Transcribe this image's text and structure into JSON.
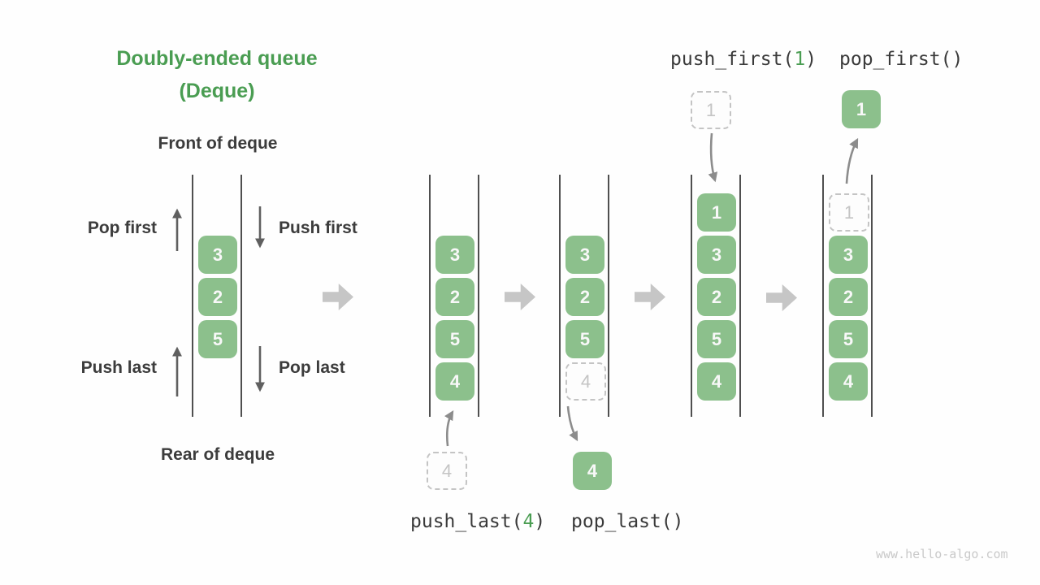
{
  "colors": {
    "bg": "#FEFEFE",
    "accent_green": "#4A9D52",
    "cell_green": "#8CC08C",
    "cell_text": "#F8F8F8",
    "wall": "#4F4F4F",
    "label_dark": "#3C3C3C",
    "mono_dark": "#3A3A3A",
    "ghost": "#C4C4C4",
    "block_arrow": "#C6C6C6",
    "thin_arrow": "#5F5F5F",
    "curve_arrow": "#8C8C8C",
    "watermark": "#C9C9C9"
  },
  "title": {
    "line1": "Doubly-ended queue",
    "line2": "(Deque)"
  },
  "left_diagram": {
    "front_label": "Front of deque",
    "rear_label": "Rear of deque",
    "pop_first_label": "Pop first",
    "push_first_label": "Push first",
    "push_last_label": "Push last",
    "pop_last_label": "Pop last",
    "cells": [
      {
        "value": "3"
      },
      {
        "value": "2"
      },
      {
        "value": "5"
      }
    ]
  },
  "states": [
    {
      "name": "after push_last",
      "cells": [
        {
          "value": "3"
        },
        {
          "value": "2"
        },
        {
          "value": "5"
        },
        {
          "value": "4"
        }
      ],
      "floating": {
        "value": "4",
        "style": "ghost",
        "position": "below"
      }
    },
    {
      "name": "after pop_last",
      "cells": [
        {
          "value": "3"
        },
        {
          "value": "2"
        },
        {
          "value": "5"
        },
        {
          "value": "4",
          "style": "ghost"
        }
      ],
      "floating": {
        "value": "4",
        "style": "solid",
        "position": "below"
      }
    },
    {
      "name": "after push_first",
      "cells": [
        {
          "value": "1"
        },
        {
          "value": "3"
        },
        {
          "value": "2"
        },
        {
          "value": "5"
        },
        {
          "value": "4"
        }
      ],
      "floating": {
        "value": "1",
        "style": "ghost",
        "position": "above"
      }
    },
    {
      "name": "after pop_first",
      "cells": [
        {
          "value": "1",
          "style": "ghost"
        },
        {
          "value": "3"
        },
        {
          "value": "2"
        },
        {
          "value": "5"
        },
        {
          "value": "4"
        }
      ],
      "floating": {
        "value": "1",
        "style": "solid",
        "position": "above"
      }
    }
  ],
  "operations": {
    "push_first": {
      "text": "push_first(",
      "arg": "1",
      "close": ")"
    },
    "pop_first": {
      "text": "pop_first()",
      "arg": "",
      "close": ""
    },
    "push_last": {
      "text": "push_last(",
      "arg": "4",
      "close": ")"
    },
    "pop_last": {
      "text": "pop_last()",
      "arg": "",
      "close": ""
    }
  },
  "watermark": "www.hello-algo.com"
}
